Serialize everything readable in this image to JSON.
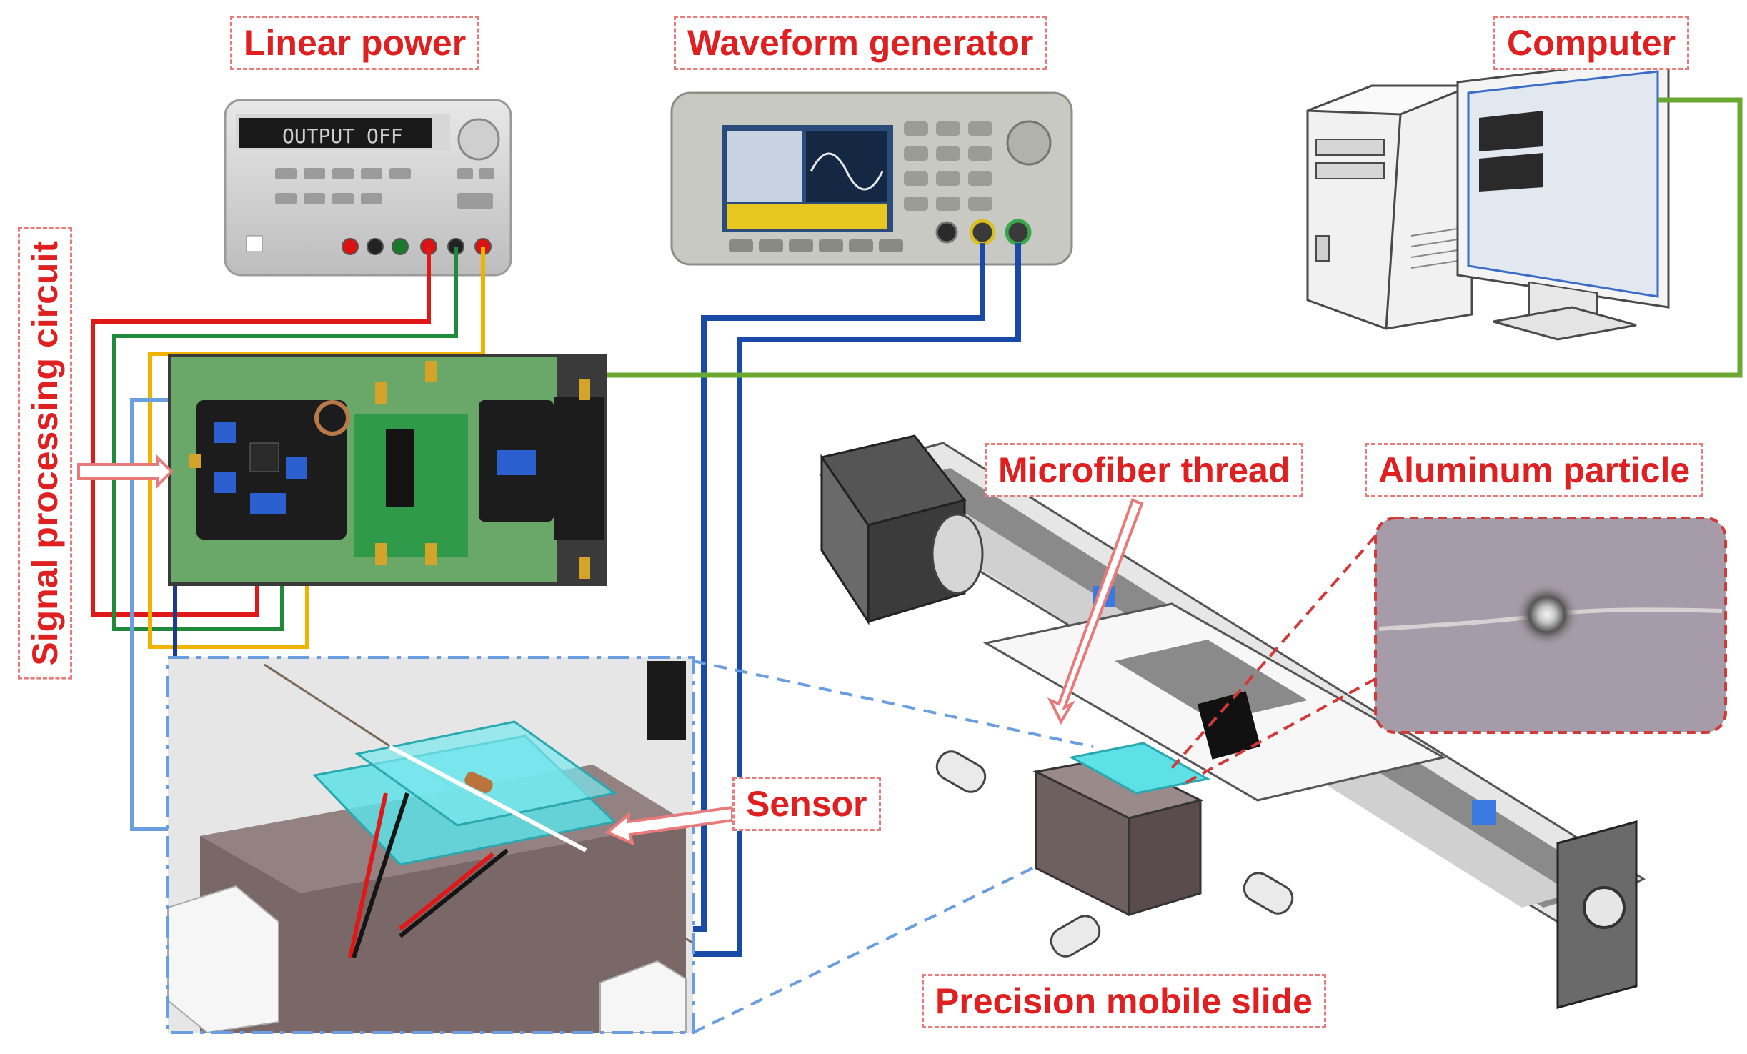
{
  "labels": {
    "linear_power": "Linear power",
    "waveform_generator": "Waveform generator",
    "computer": "Computer",
    "signal_processing": "Signal processing circuit",
    "microfiber_thread": "Microfiber thread",
    "aluminum_particle": "Aluminum particle",
    "sensor": "Sensor",
    "precision_slide": "Precision mobile slide"
  },
  "devices": {
    "power_display": "OUTPUT OFF"
  },
  "colors": {
    "label_text": "#e02020",
    "label_border": "#e87a7a",
    "wire_red": "#e01818",
    "wire_green": "#1e8a3a",
    "wire_yellow": "#f0b400",
    "wire_light_blue": "#6a9ee0",
    "wire_dark_blue": "#1a4aa8",
    "data_link": "#6aa832",
    "sensor_cyan": "#5de0e6"
  }
}
